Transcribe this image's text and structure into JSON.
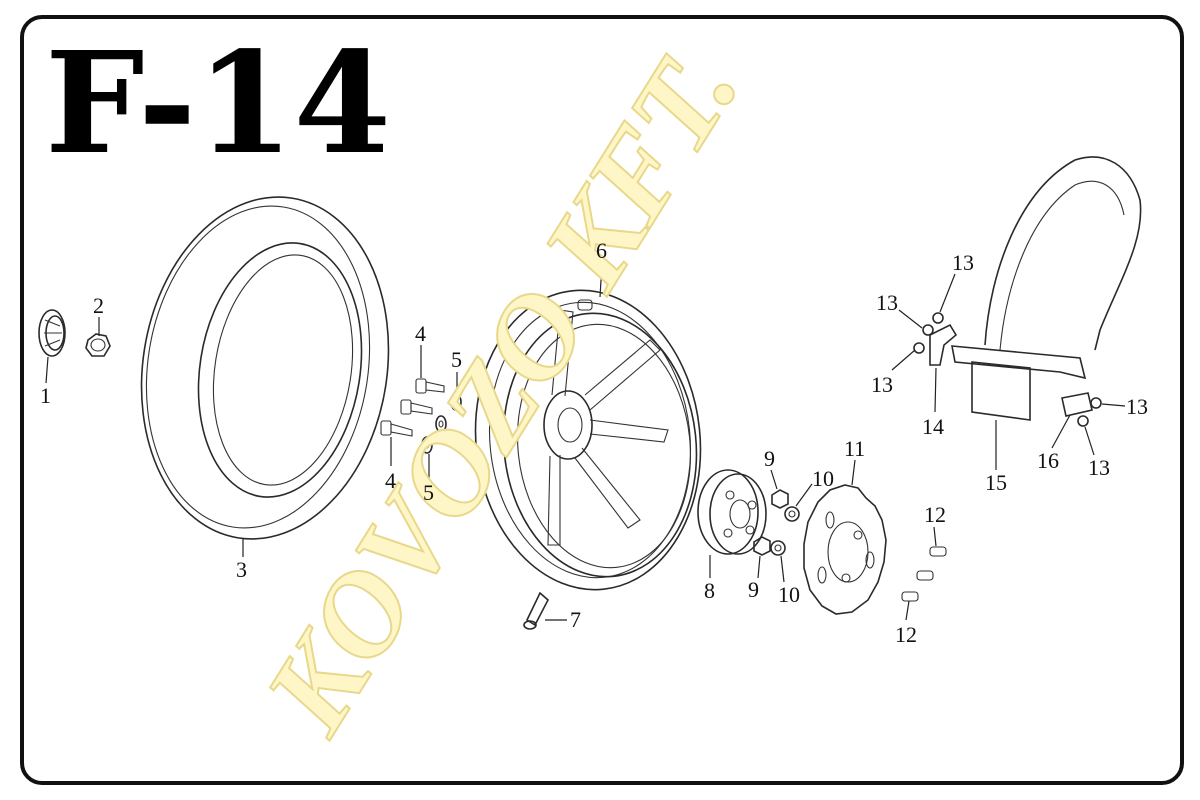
{
  "page": {
    "title": "F-14"
  },
  "watermark": {
    "text": "KOVOZO KFT."
  },
  "callouts": [
    {
      "id": "c1",
      "label": "1"
    },
    {
      "id": "c2",
      "label": "2"
    },
    {
      "id": "c3",
      "label": "3"
    },
    {
      "id": "c4a",
      "label": "4"
    },
    {
      "id": "c4b",
      "label": "4"
    },
    {
      "id": "c5a",
      "label": "5"
    },
    {
      "id": "c5b",
      "label": "5"
    },
    {
      "id": "c6",
      "label": "6"
    },
    {
      "id": "c7",
      "label": "7"
    },
    {
      "id": "c8",
      "label": "8"
    },
    {
      "id": "c9a",
      "label": "9"
    },
    {
      "id": "c9b",
      "label": "9"
    },
    {
      "id": "c10a",
      "label": "10"
    },
    {
      "id": "c10b",
      "label": "10"
    },
    {
      "id": "c11",
      "label": "11"
    },
    {
      "id": "c12a",
      "label": "12"
    },
    {
      "id": "c12b",
      "label": "12"
    },
    {
      "id": "c13a",
      "label": "13"
    },
    {
      "id": "c13b",
      "label": "13"
    },
    {
      "id": "c13c",
      "label": "13"
    },
    {
      "id": "c13d",
      "label": "13"
    },
    {
      "id": "c13e",
      "label": "13"
    },
    {
      "id": "c14",
      "label": "14"
    },
    {
      "id": "c15",
      "label": "15"
    },
    {
      "id": "c16",
      "label": "16"
    }
  ]
}
